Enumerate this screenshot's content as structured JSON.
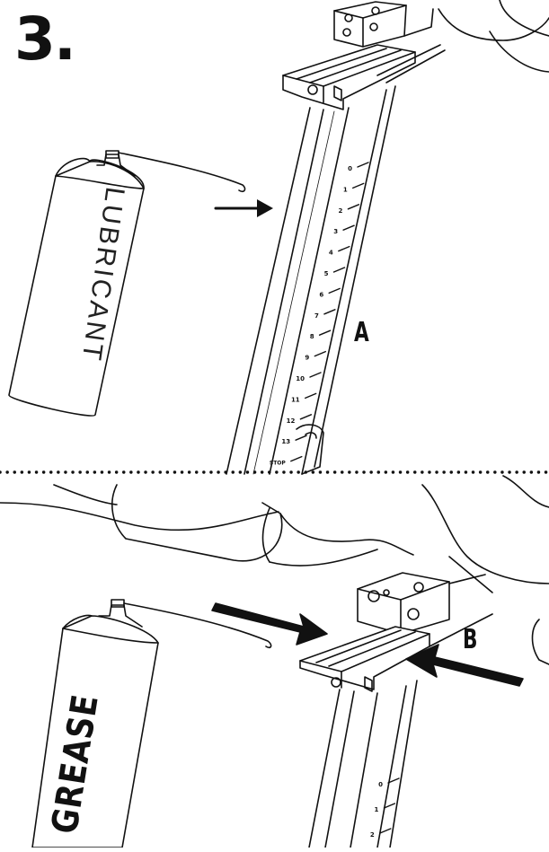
{
  "step": {
    "number": "3."
  },
  "panel_top": {
    "callout": "A",
    "can_label": "LUBRICANT",
    "scale_marks": [
      "0",
      "1",
      "2",
      "3",
      "4",
      "5",
      "6",
      "7",
      "8",
      "9",
      "10",
      "11",
      "12",
      "13",
      "STOP"
    ]
  },
  "panel_bottom": {
    "callout": "B",
    "can_label": "GREASE",
    "scale_marks": [
      "0",
      "1",
      "2"
    ]
  },
  "colors": {
    "ink": "#111111",
    "background": "#ffffff"
  },
  "icons": [
    "spray-can-lubricant",
    "spray-can-grease",
    "arrow-right",
    "arrow-press-inward"
  ]
}
